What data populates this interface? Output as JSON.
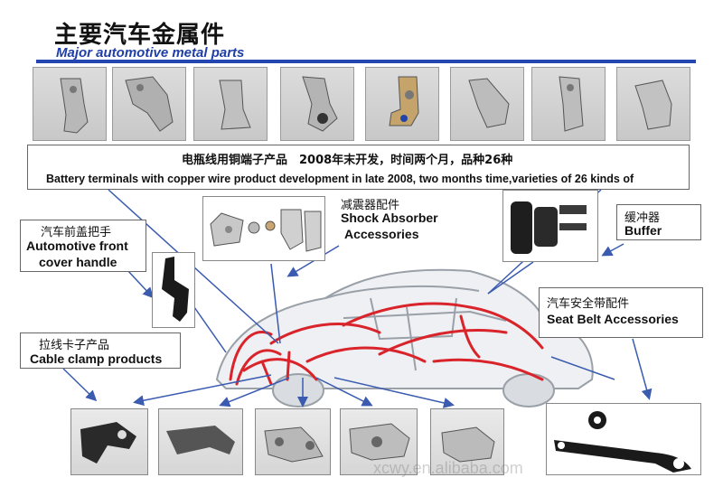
{
  "title_cn": "主要汽车金属件",
  "title_en": "Major automotive metal parts",
  "battery_terminals": {
    "cn": "电瓶线用铜端子产品　2008年末开发，时间两个月，品种26种",
    "en": "Battery terminals with copper wire product development in late 2008, two months time,varieties of 26 kinds of"
  },
  "shock_absorber": {
    "cn": "减震器配件",
    "en1": "Shock Absorber",
    "en2": "Accessories"
  },
  "buffer": {
    "cn": "缓冲器",
    "en": "Buffer"
  },
  "front_cover": {
    "cn": "汽车前盖把手",
    "en1": "Automotive front",
    "en2": "cover handle"
  },
  "seat_belt": {
    "cn": "汽车安全带配件",
    "en": "Seat Belt Accessories"
  },
  "cable_clamp": {
    "cn": "拉线卡子产品",
    "en": "Cable clamp products"
  },
  "watermark": "xcwy.en.alibaba.com",
  "colors": {
    "accent_blue": "#2346b0",
    "wiring_red": "#d8242a",
    "arrow_blue": "#3a5bb0"
  }
}
